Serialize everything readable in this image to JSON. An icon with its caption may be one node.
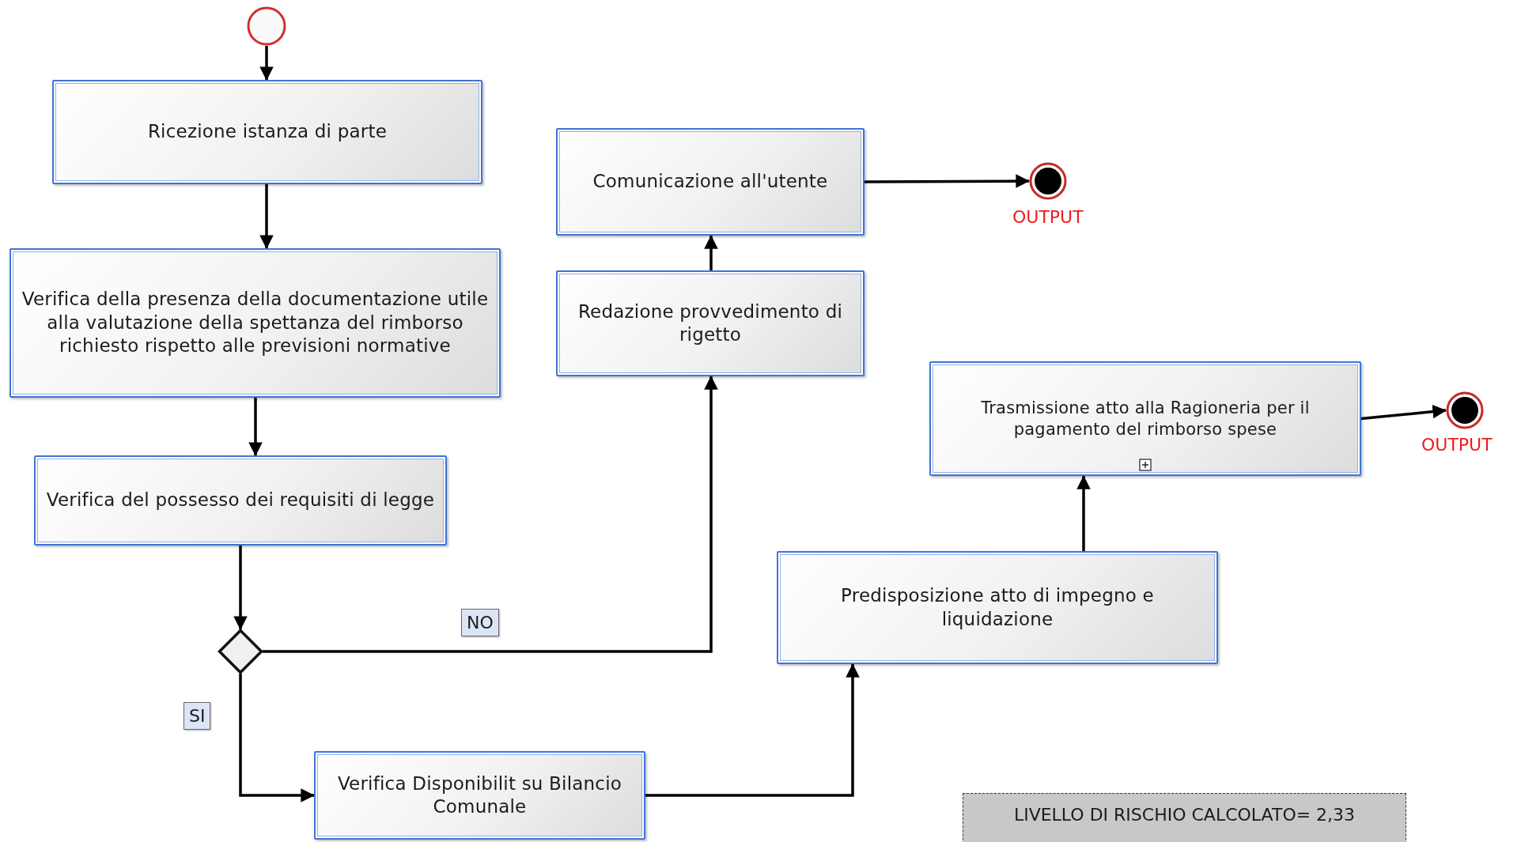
{
  "diagram": {
    "nodes": [
      {
        "text": [],
        "shape": "circle"
      },
      {
        "text": [
          "Ricezione istanza di parte"
        ]
      },
      {
        "text": [
          "Verifica della presenza della documentazione utile alla valutazione della spettanza del rimborso richiesto rispetto alle previsioni normative"
        ]
      },
      {
        "text": [
          "Verifica del possesso dei requisiti di legge"
        ]
      },
      {
        "text": [],
        "shape": "diamond"
      },
      {
        "text": [
          "Redazione provvedimento di rigetto"
        ]
      },
      {
        "text": [
          "Comunicazione all'utente"
        ]
      },
      {
        "text": [],
        "shape": "circle",
        "beside": [
          "OUTPUT"
        ]
      },
      {
        "text": [
          "Verifica Disponibilit su Bilancio Comunale"
        ]
      },
      {
        "text": [
          "Predisposizione atto di impegno e liquidazione"
        ]
      },
      {
        "text": [
          "Trasmissione atto alla Ragioneria per il pagamento del rimborso spese"
        ]
      },
      {
        "text": [],
        "shape": "circle",
        "beside": [
          "OUTPUT"
        ]
      },
      {
        "text": [
          "LIVELLO DI RISCHIO CALCOLATO= 2,33"
        ]
      }
    ],
    "edges": [
      {
        "from": 0,
        "to": 1,
        "arrow": "to"
      },
      {
        "from": 1,
        "to": 2,
        "arrow": "to"
      },
      {
        "from": 2,
        "to": 3,
        "arrow": "to"
      },
      {
        "from": 3,
        "to": 4,
        "arrow": "to"
      },
      {
        "from": 4,
        "to": 5,
        "arrow": "to",
        "label": "NO"
      },
      {
        "from": 5,
        "to": 6,
        "arrow": "to"
      },
      {
        "from": 6,
        "to": 7,
        "arrow": "to"
      },
      {
        "from": 4,
        "to": 8,
        "arrow": "to",
        "label": "SI"
      },
      {
        "from": 8,
        "to": 9,
        "arrow": "to"
      },
      {
        "from": 9,
        "to": 10,
        "arrow": "to"
      },
      {
        "from": 10,
        "to": 11,
        "arrow": "to"
      }
    ]
  }
}
